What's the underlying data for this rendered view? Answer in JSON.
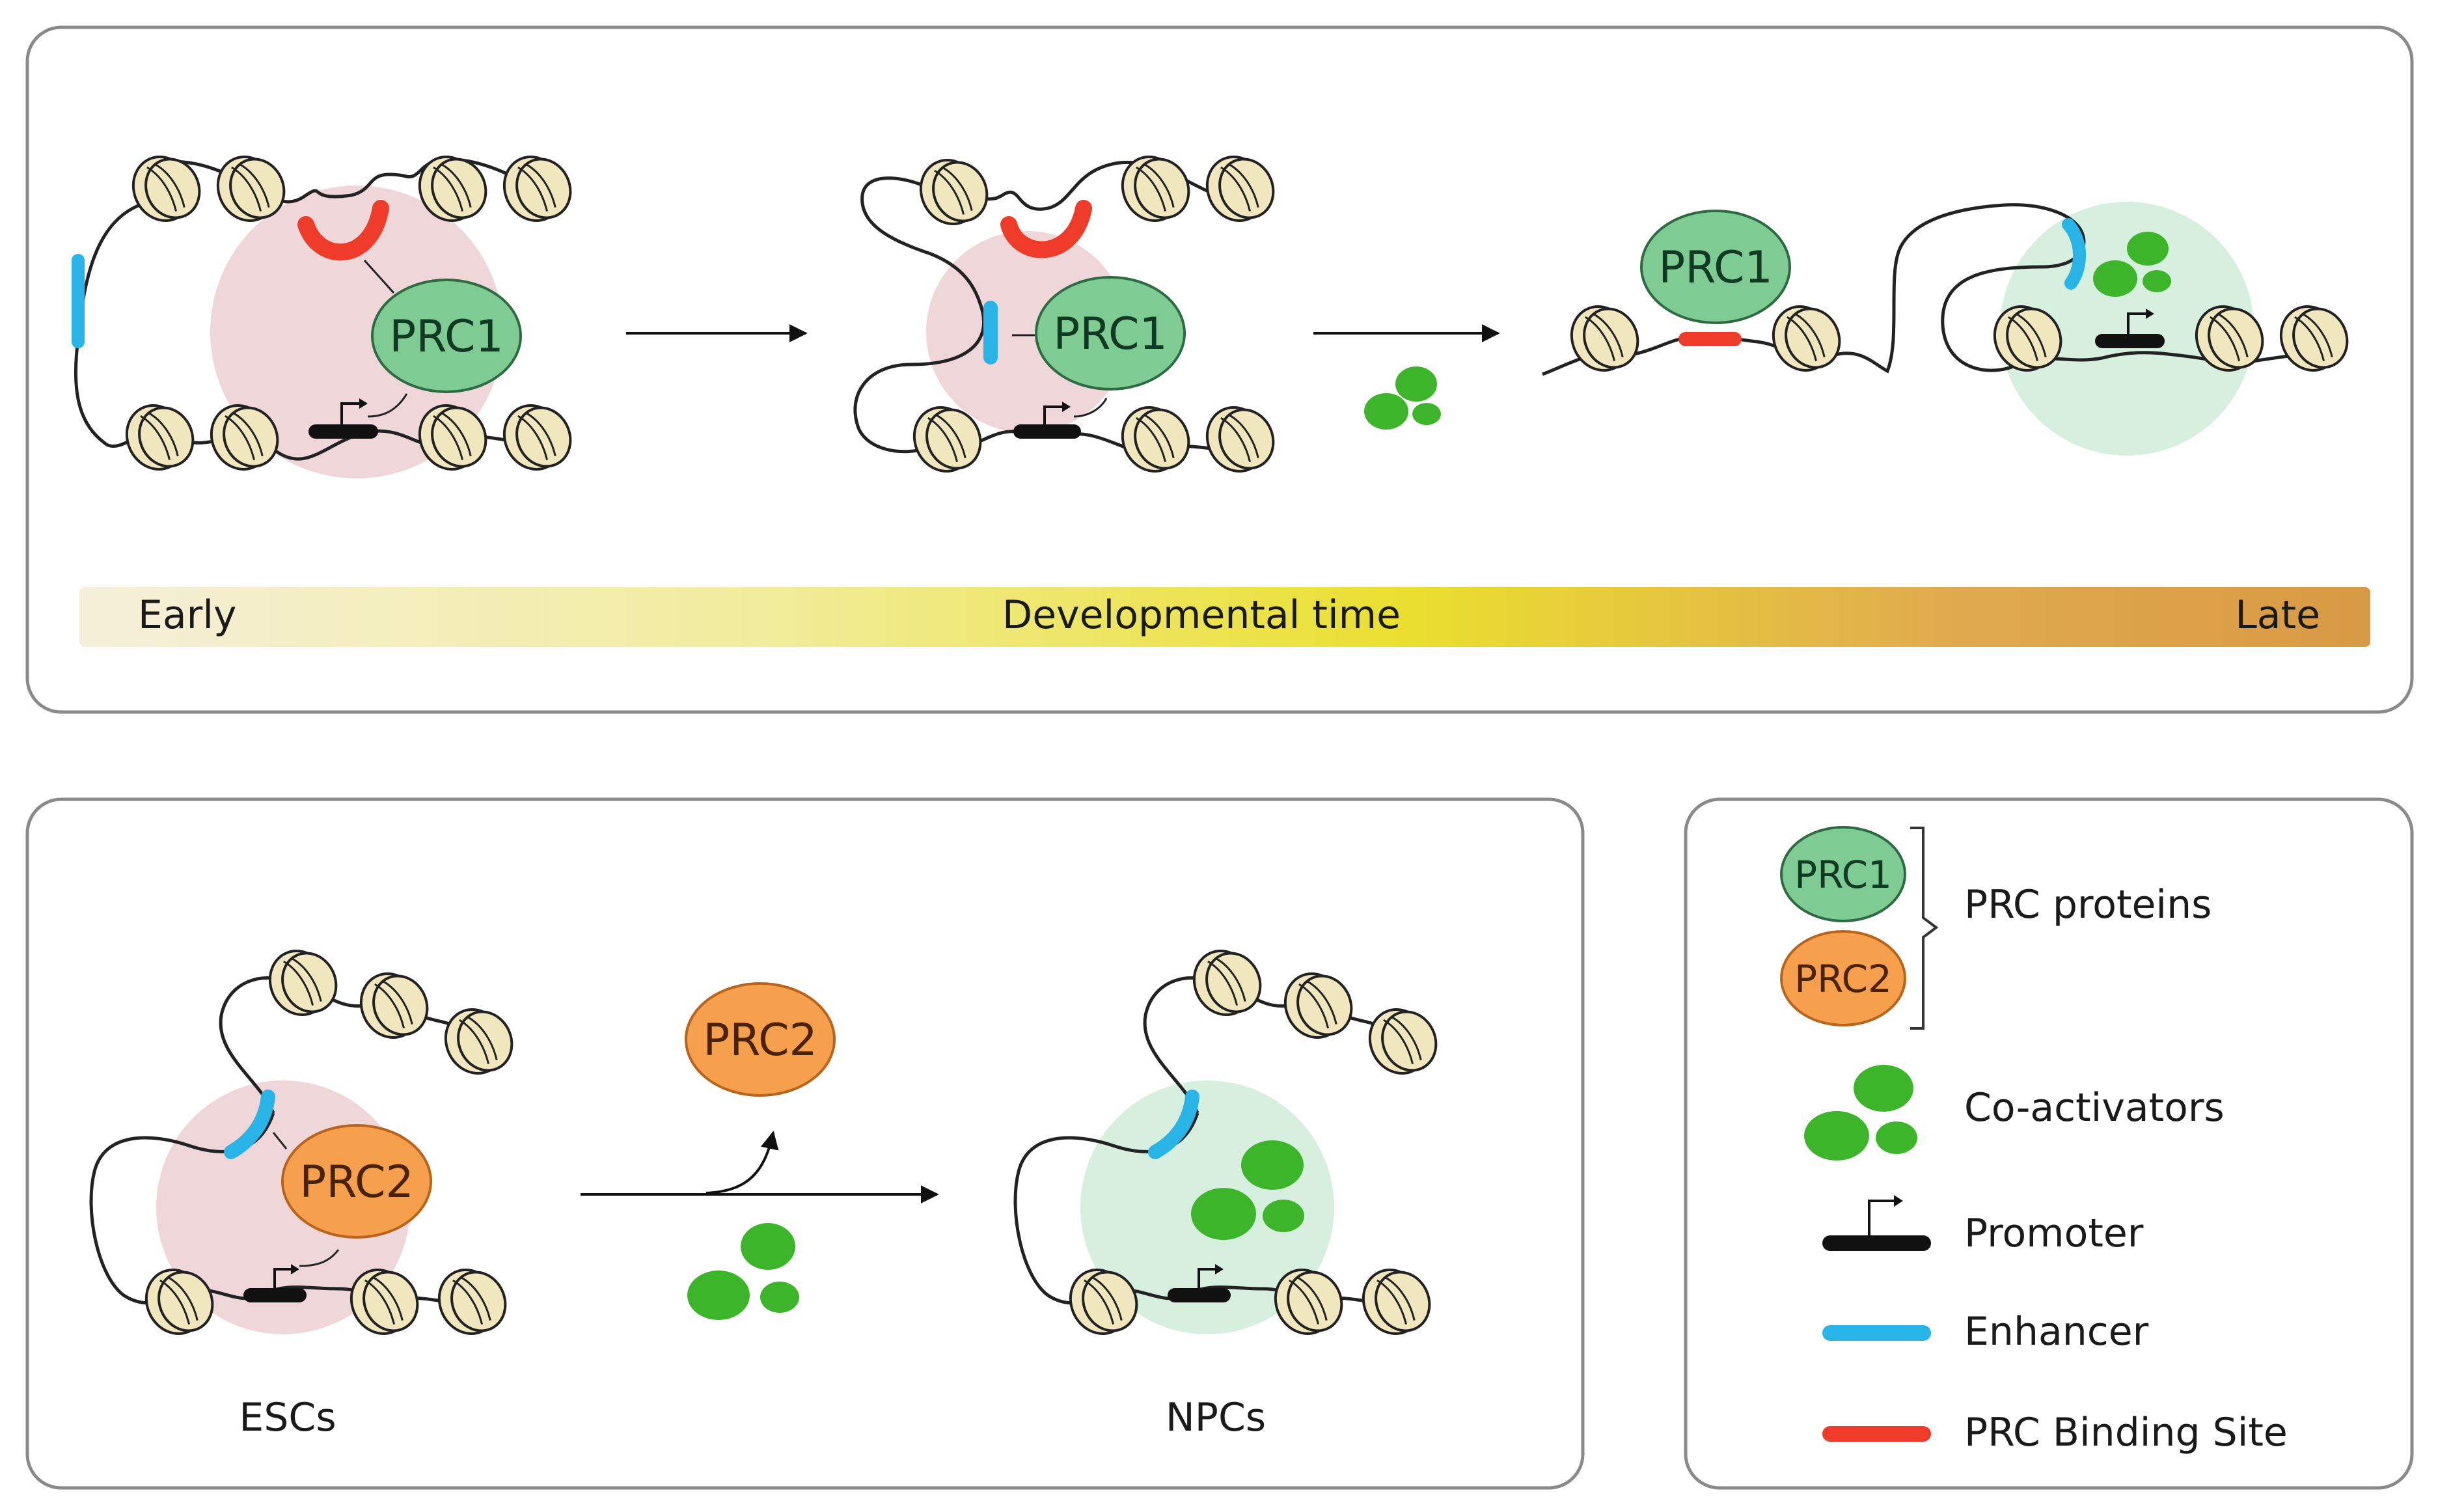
{
  "colors": {
    "prc1_fill": "#7ecb94",
    "prc1_text": "#123a22",
    "prc2_fill": "#f6a04d",
    "prc2_text": "#4a2208",
    "coactivator": "#3cb52a",
    "enhancer": "#28b4e6",
    "binding_site": "#ef3b2a",
    "promoter": "#111111",
    "nucleosome": "#f1e7bf",
    "repressive_halo": "#efd6d9",
    "active_halo": "#d7efdf",
    "panel_border": "#8a8a8a"
  },
  "top_panel": {
    "prc1_state1": "PRC1",
    "prc1_state2": "PRC1",
    "prc1_state3": "PRC1",
    "timeline": {
      "start_label": "Early",
      "center_label": "Developmental time",
      "end_label": "Late",
      "gradient": [
        "#f5efda",
        "#f1ec9b",
        "#eadf2f",
        "#e0a94f",
        "#d89a44"
      ]
    }
  },
  "bottom_panel": {
    "prc2_bound": "PRC2",
    "prc2_released": "PRC2",
    "left_caption": "ESCs",
    "right_caption": "NPCs"
  },
  "legend": {
    "prc1_badge": "PRC1",
    "prc2_badge": "PRC2",
    "prc_proteins": "PRC proteins",
    "coactivators": "Co-activators",
    "promoter": "Promoter",
    "enhancer": "Enhancer",
    "binding_site": "PRC Binding Site"
  }
}
